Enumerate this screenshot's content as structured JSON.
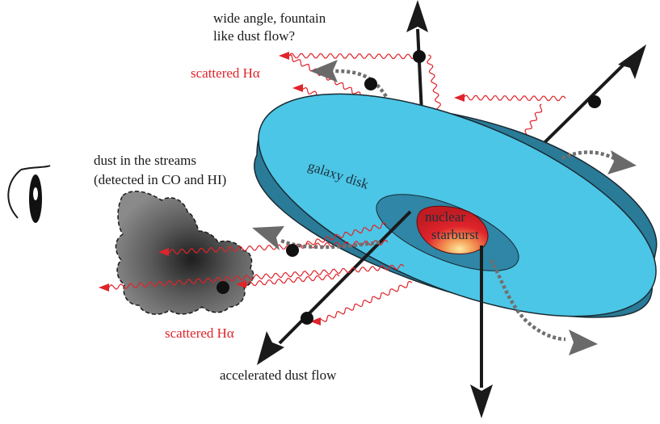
{
  "labels": {
    "wide_angle_line1": "wide angle, fountain",
    "wide_angle_line2": "like dust flow?",
    "scattered_top": "scattered Hα",
    "dust_streams_line1": "dust in the streams",
    "dust_streams_line2": "(detected in CO and HI)",
    "galaxy_disk": "galaxy disk",
    "nuclear": "nuclear",
    "starburst": "starburst",
    "scattered_bottom": "scattered Hα",
    "accelerated": "accelerated dust flow"
  },
  "colors": {
    "disk_top": "#4cc6e6",
    "disk_side": "#2a7b97",
    "disk_inner": "#2f86a6",
    "starburst": "#e0242b",
    "starburst_glow": "#ffe9a0",
    "scattered": "#e0242b",
    "arrow": "#1a1a1a",
    "flow": "#707070",
    "dust_cloud": "#6e6e6e"
  },
  "icons": {
    "observer": "eye-icon"
  }
}
